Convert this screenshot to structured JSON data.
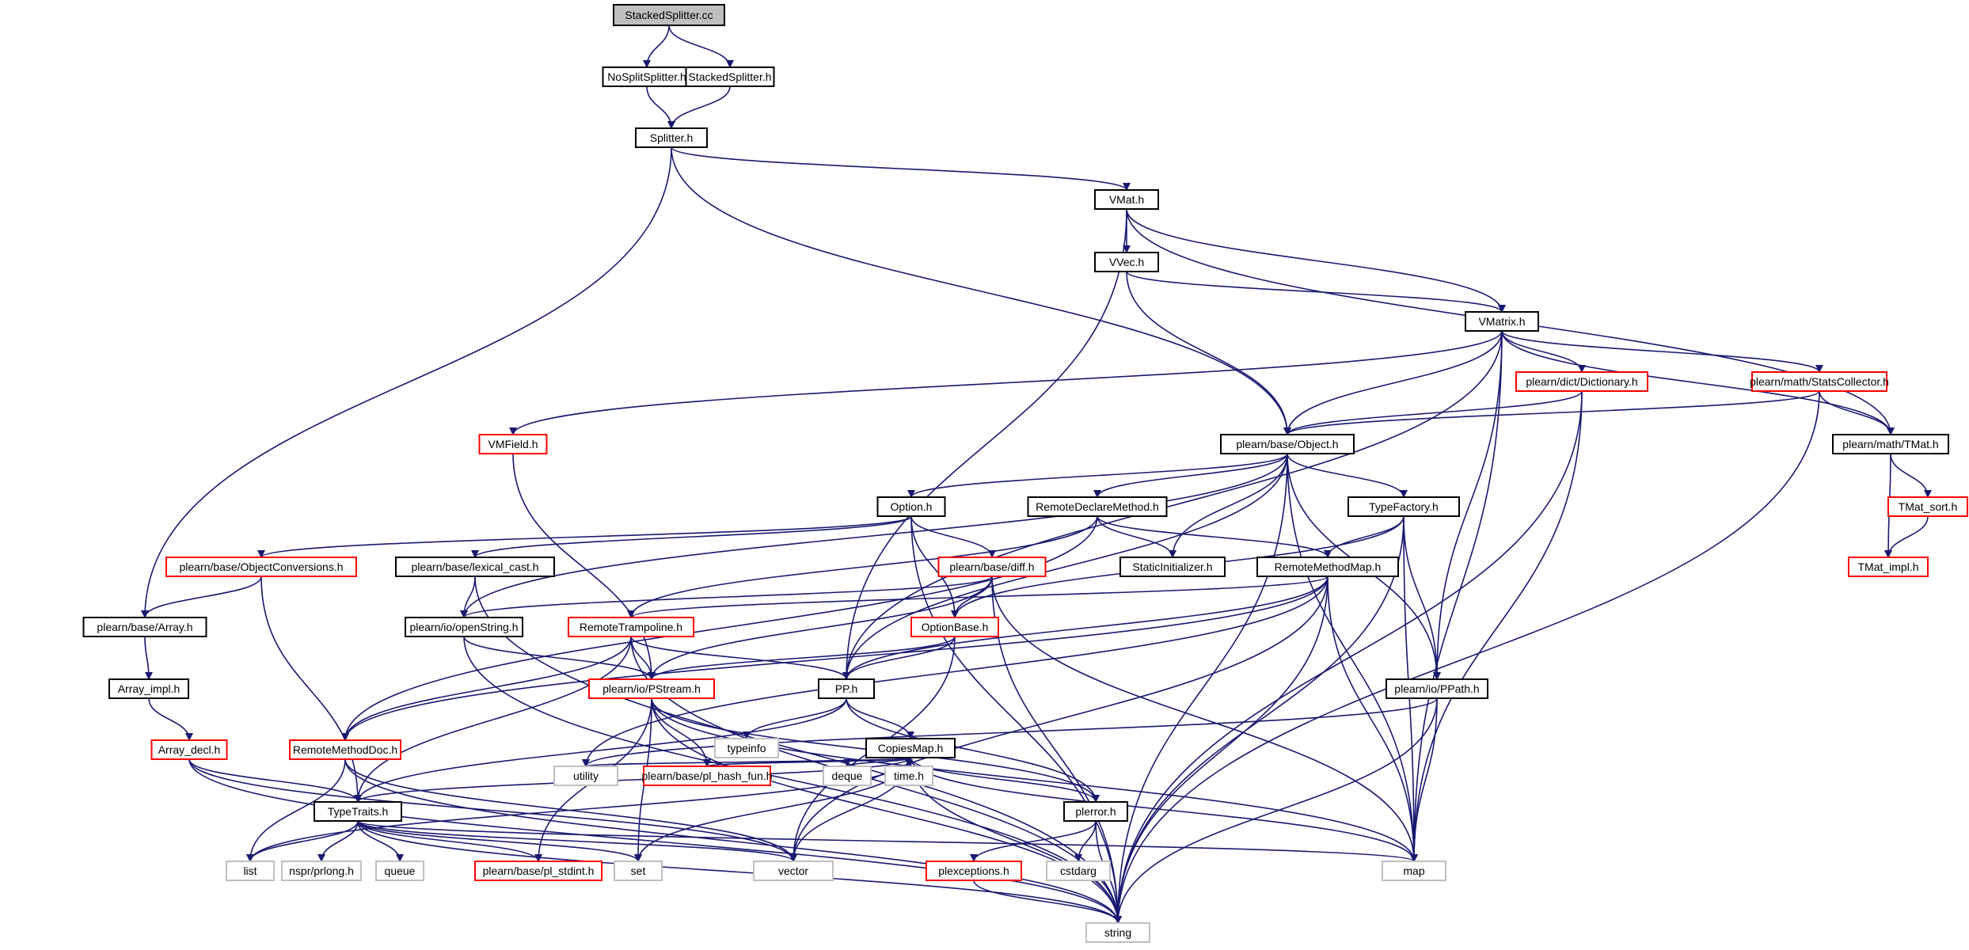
{
  "diagram": {
    "kind": "include-dependency-graph",
    "colors": {
      "edge": "#191970",
      "root_fill": "#bfbfbf",
      "normal_border": "#000000",
      "linked_border": "#ff0000",
      "external_border": "#bfbfbf"
    },
    "nodes": [
      {
        "id": "n0",
        "label": "StackedSplitter.cc",
        "style": "root"
      },
      {
        "id": "n1",
        "label": "NoSplitSplitter.h",
        "style": "normal"
      },
      {
        "id": "n2",
        "label": "StackedSplitter.h",
        "style": "normal"
      },
      {
        "id": "n3",
        "label": "Splitter.h",
        "style": "normal"
      },
      {
        "id": "n4",
        "label": "VMat.h",
        "style": "normal"
      },
      {
        "id": "n5",
        "label": "VVec.h",
        "style": "normal"
      },
      {
        "id": "n6",
        "label": "VMatrix.h",
        "style": "normal"
      },
      {
        "id": "n7",
        "label": "plearn/dict/Dictionary.h",
        "style": "linked"
      },
      {
        "id": "n8",
        "label": "plearn/math/StatsCollector.h",
        "style": "linked"
      },
      {
        "id": "n9",
        "label": "VMField.h",
        "style": "linked"
      },
      {
        "id": "n10",
        "label": "plearn/base/Object.h",
        "style": "normal"
      },
      {
        "id": "n11",
        "label": "plearn/math/TMat.h",
        "style": "normal"
      },
      {
        "id": "n12",
        "label": "Option.h",
        "style": "normal"
      },
      {
        "id": "n13",
        "label": "RemoteDeclareMethod.h",
        "style": "normal"
      },
      {
        "id": "n14",
        "label": "TypeFactory.h",
        "style": "normal"
      },
      {
        "id": "n15",
        "label": "TMat_sort.h",
        "style": "linked"
      },
      {
        "id": "n16",
        "label": "plearn/base/ObjectConversions.h",
        "style": "linked"
      },
      {
        "id": "n17",
        "label": "plearn/base/lexical_cast.h",
        "style": "normal"
      },
      {
        "id": "n18",
        "label": "plearn/base/diff.h",
        "style": "linked"
      },
      {
        "id": "n19",
        "label": "StaticInitializer.h",
        "style": "normal"
      },
      {
        "id": "n20",
        "label": "RemoteMethodMap.h",
        "style": "normal"
      },
      {
        "id": "n21",
        "label": "TMat_impl.h",
        "style": "linked"
      },
      {
        "id": "n22",
        "label": "plearn/base/Array.h",
        "style": "normal"
      },
      {
        "id": "n23",
        "label": "plearn/io/openString.h",
        "style": "normal"
      },
      {
        "id": "n24",
        "label": "RemoteTrampoline.h",
        "style": "linked"
      },
      {
        "id": "n25",
        "label": "OptionBase.h",
        "style": "linked"
      },
      {
        "id": "n26",
        "label": "Array_impl.h",
        "style": "normal"
      },
      {
        "id": "n27",
        "label": "plearn/io/PStream.h",
        "style": "linked"
      },
      {
        "id": "n28",
        "label": "PP.h",
        "style": "normal"
      },
      {
        "id": "n29",
        "label": "plearn/io/PPath.h",
        "style": "normal"
      },
      {
        "id": "n30",
        "label": "typeinfo",
        "style": "external"
      },
      {
        "id": "n31",
        "label": "Array_decl.h",
        "style": "linked"
      },
      {
        "id": "n32",
        "label": "RemoteMethodDoc.h",
        "style": "linked"
      },
      {
        "id": "n33",
        "label": "CopiesMap.h",
        "style": "normal"
      },
      {
        "id": "n34",
        "label": "utility",
        "style": "external"
      },
      {
        "id": "n35",
        "label": "plearn/base/pl_hash_fun.h",
        "style": "linked"
      },
      {
        "id": "n36",
        "label": "deque",
        "style": "external"
      },
      {
        "id": "n37",
        "label": "time.h",
        "style": "external"
      },
      {
        "id": "n38",
        "label": "plerror.h",
        "style": "normal"
      },
      {
        "id": "n39",
        "label": "TypeTraits.h",
        "style": "normal"
      },
      {
        "id": "n40",
        "label": "list",
        "style": "external"
      },
      {
        "id": "n41",
        "label": "nspr/prlong.h",
        "style": "external"
      },
      {
        "id": "n42",
        "label": "queue",
        "style": "external"
      },
      {
        "id": "n43",
        "label": "plearn/base/pl_stdint.h",
        "style": "linked"
      },
      {
        "id": "n44",
        "label": "set",
        "style": "external"
      },
      {
        "id": "n45",
        "label": "vector",
        "style": "external"
      },
      {
        "id": "n46",
        "label": "plexceptions.h",
        "style": "linked"
      },
      {
        "id": "n47",
        "label": "cstdarg",
        "style": "external"
      },
      {
        "id": "n48",
        "label": "map",
        "style": "external"
      },
      {
        "id": "n49",
        "label": "string",
        "style": "external"
      }
    ],
    "edges": [
      [
        "n0",
        "n1"
      ],
      [
        "n0",
        "n2"
      ],
      [
        "n1",
        "n3"
      ],
      [
        "n2",
        "n3"
      ],
      [
        "n3",
        "n4"
      ],
      [
        "n3",
        "n22"
      ],
      [
        "n3",
        "n10"
      ],
      [
        "n4",
        "n5"
      ],
      [
        "n4",
        "n6"
      ],
      [
        "n4",
        "n11"
      ],
      [
        "n4",
        "n28"
      ],
      [
        "n5",
        "n6"
      ],
      [
        "n5",
        "n10"
      ],
      [
        "n6",
        "n9"
      ],
      [
        "n6",
        "n10"
      ],
      [
        "n6",
        "n7"
      ],
      [
        "n6",
        "n8"
      ],
      [
        "n6",
        "n11"
      ],
      [
        "n6",
        "n29"
      ],
      [
        "n6",
        "n28"
      ],
      [
        "n6",
        "n48"
      ],
      [
        "n7",
        "n10"
      ],
      [
        "n7",
        "n48"
      ],
      [
        "n7",
        "n49"
      ],
      [
        "n8",
        "n10"
      ],
      [
        "n8",
        "n11"
      ],
      [
        "n8",
        "n49"
      ],
      [
        "n9",
        "n27"
      ],
      [
        "n10",
        "n12"
      ],
      [
        "n10",
        "n13"
      ],
      [
        "n10",
        "n14"
      ],
      [
        "n10",
        "n19"
      ],
      [
        "n10",
        "n23"
      ],
      [
        "n10",
        "n28"
      ],
      [
        "n10",
        "n29"
      ],
      [
        "n10",
        "n48"
      ],
      [
        "n10",
        "n49"
      ],
      [
        "n11",
        "n15"
      ],
      [
        "n11",
        "n21"
      ],
      [
        "n15",
        "n21"
      ],
      [
        "n12",
        "n16"
      ],
      [
        "n12",
        "n17"
      ],
      [
        "n12",
        "n18"
      ],
      [
        "n12",
        "n25"
      ],
      [
        "n12",
        "n49"
      ],
      [
        "n13",
        "n19"
      ],
      [
        "n13",
        "n20"
      ],
      [
        "n13",
        "n24"
      ],
      [
        "n13",
        "n32"
      ],
      [
        "n14",
        "n20"
      ],
      [
        "n14",
        "n25"
      ],
      [
        "n14",
        "n29"
      ],
      [
        "n14",
        "n48"
      ],
      [
        "n14",
        "n49"
      ],
      [
        "n16",
        "n22"
      ],
      [
        "n16",
        "n39"
      ],
      [
        "n17",
        "n23"
      ],
      [
        "n17",
        "n49"
      ],
      [
        "n18",
        "n23"
      ],
      [
        "n18",
        "n25"
      ],
      [
        "n18",
        "n27"
      ],
      [
        "n18",
        "n48"
      ],
      [
        "n18",
        "n49"
      ],
      [
        "n20",
        "n24"
      ],
      [
        "n20",
        "n28"
      ],
      [
        "n20",
        "n32"
      ],
      [
        "n20",
        "n34"
      ],
      [
        "n20",
        "n45"
      ],
      [
        "n20",
        "n48"
      ],
      [
        "n20",
        "n49"
      ],
      [
        "n22",
        "n26"
      ],
      [
        "n26",
        "n31"
      ],
      [
        "n23",
        "n27"
      ],
      [
        "n23",
        "n49"
      ],
      [
        "n24",
        "n27"
      ],
      [
        "n24",
        "n28"
      ],
      [
        "n24",
        "n32"
      ],
      [
        "n24",
        "n39"
      ],
      [
        "n24",
        "n49"
      ],
      [
        "n25",
        "n27"
      ],
      [
        "n25",
        "n28"
      ],
      [
        "n25",
        "n45"
      ],
      [
        "n27",
        "n35"
      ],
      [
        "n27",
        "n43"
      ],
      [
        "n27",
        "n44"
      ],
      [
        "n27",
        "n38"
      ],
      [
        "n27",
        "n48"
      ],
      [
        "n27",
        "n49"
      ],
      [
        "n28",
        "n30"
      ],
      [
        "n28",
        "n33"
      ],
      [
        "n28",
        "n38"
      ],
      [
        "n28",
        "n39"
      ],
      [
        "n29",
        "n34"
      ],
      [
        "n29",
        "n48"
      ],
      [
        "n29",
        "n49"
      ],
      [
        "n31",
        "n39"
      ],
      [
        "n31",
        "n45"
      ],
      [
        "n31",
        "n49"
      ],
      [
        "n32",
        "n40"
      ],
      [
        "n32",
        "n45"
      ],
      [
        "n32",
        "n49"
      ],
      [
        "n33",
        "n34"
      ],
      [
        "n33",
        "n35"
      ],
      [
        "n33",
        "n36"
      ],
      [
        "n33",
        "n37"
      ],
      [
        "n33",
        "n38"
      ],
      [
        "n33",
        "n39"
      ],
      [
        "n33",
        "n40"
      ],
      [
        "n33",
        "n44"
      ],
      [
        "n33",
        "n45"
      ],
      [
        "n33",
        "n48"
      ],
      [
        "n33",
        "n49"
      ],
      [
        "n38",
        "n46"
      ],
      [
        "n38",
        "n47"
      ],
      [
        "n38",
        "n49"
      ],
      [
        "n39",
        "n40"
      ],
      [
        "n39",
        "n41"
      ],
      [
        "n39",
        "n42"
      ],
      [
        "n39",
        "n43"
      ],
      [
        "n39",
        "n44"
      ],
      [
        "n39",
        "n45"
      ],
      [
        "n39",
        "n48"
      ],
      [
        "n39",
        "n49"
      ],
      [
        "n46",
        "n49"
      ]
    ]
  }
}
